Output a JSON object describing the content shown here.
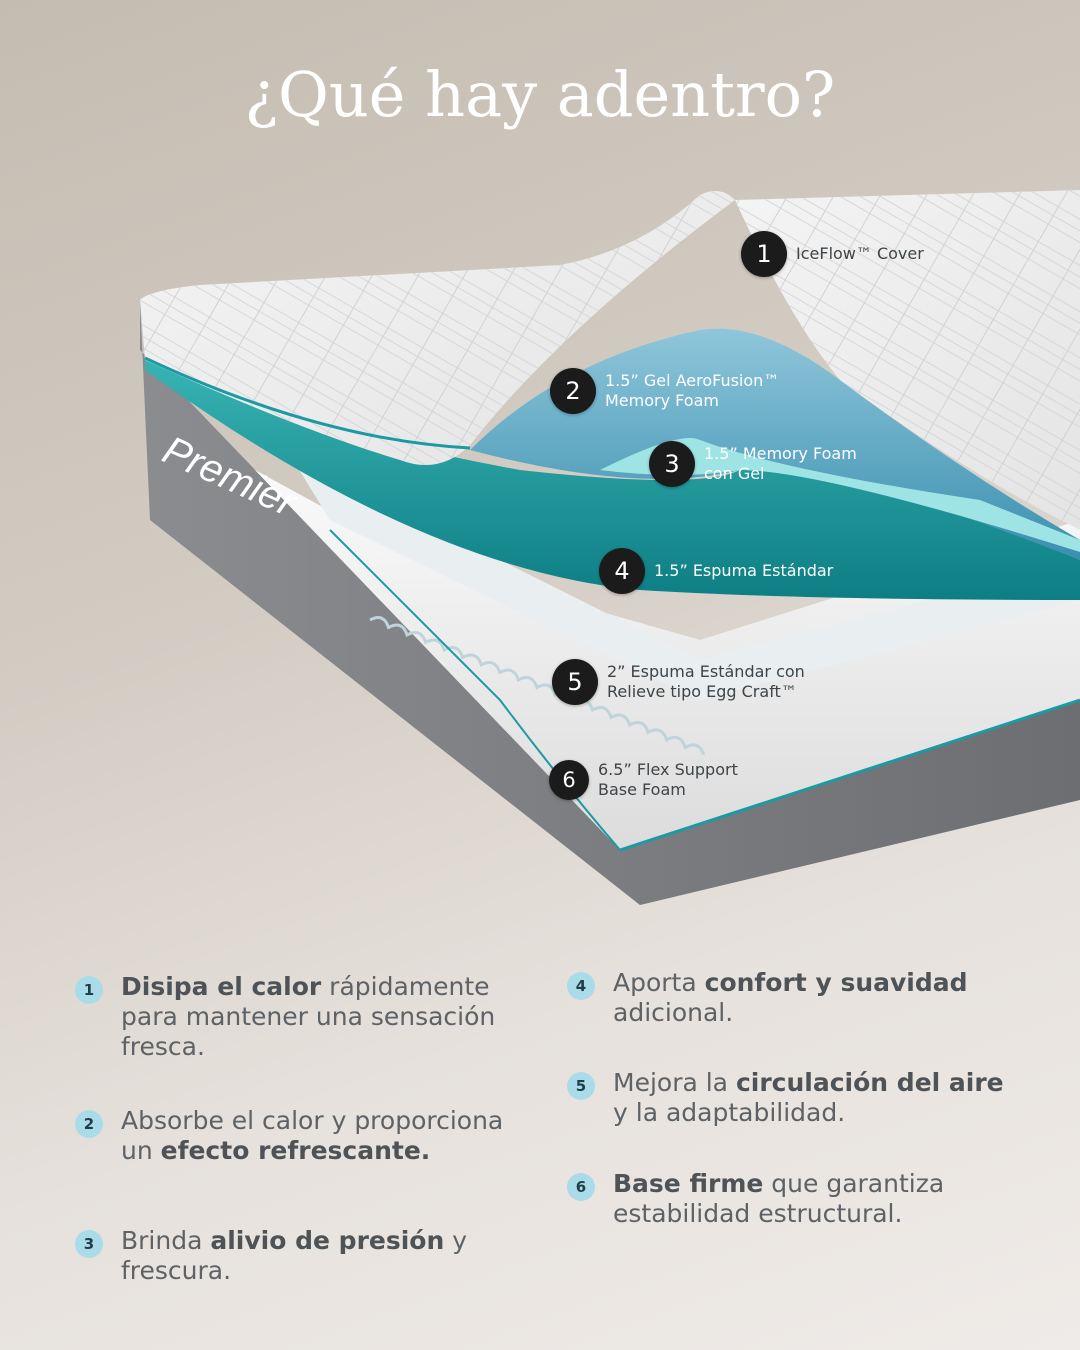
{
  "title": "¿Qué hay adentro?",
  "brand_logo_text": "Premier",
  "layers": [
    {
      "number": "1",
      "label": "IceFlow™ Cover"
    },
    {
      "number": "2",
      "label": "1.5” Gel AeroFusion™\nMemory Foam"
    },
    {
      "number": "3",
      "label": "1.5” Memory Foam\ncon Gel"
    },
    {
      "number": "4",
      "label": "1.5” Espuma Estándar"
    },
    {
      "number": "5",
      "label": "2” Espuma Estándar con\nRelieve tipo Egg Craft™"
    },
    {
      "number": "6",
      "label": "6.5” Flex Support\nBase Foam"
    }
  ],
  "features": [
    {
      "number": "1",
      "parts": [
        {
          "text": "Disipa el calor",
          "bold": true
        },
        {
          "text": " rápidamente para mantener una sensación fresca.",
          "bold": false
        }
      ]
    },
    {
      "number": "2",
      "parts": [
        {
          "text": "Absorbe el calor y proporciona un ",
          "bold": false
        },
        {
          "text": "efecto refrescante.",
          "bold": true
        }
      ]
    },
    {
      "number": "3",
      "parts": [
        {
          "text": "Brinda ",
          "bold": false
        },
        {
          "text": "alivio de presión",
          "bold": true
        },
        {
          "text": " y frescura.",
          "bold": false
        }
      ]
    },
    {
      "number": "4",
      "parts": [
        {
          "text": "Aporta ",
          "bold": false
        },
        {
          "text": "confort y suavidad",
          "bold": true
        },
        {
          "text": " adicional.",
          "bold": false
        }
      ]
    },
    {
      "number": "5",
      "parts": [
        {
          "text": "Mejora la ",
          "bold": false
        },
        {
          "text": "circulación del aire",
          "bold": true
        },
        {
          "text": " y la adaptabilidad.",
          "bold": false
        }
      ]
    },
    {
      "number": "6",
      "parts": [
        {
          "text": "Base firme",
          "bold": true
        },
        {
          "text": " que garantiza estabilidad estructural.",
          "bold": false
        }
      ]
    }
  ],
  "colors": {
    "accent_teal": "#1c9aa3",
    "badge_blue": "#a9dbe9",
    "callout_circle": "#1b1b1b",
    "side_gray": "#7d7f82"
  }
}
